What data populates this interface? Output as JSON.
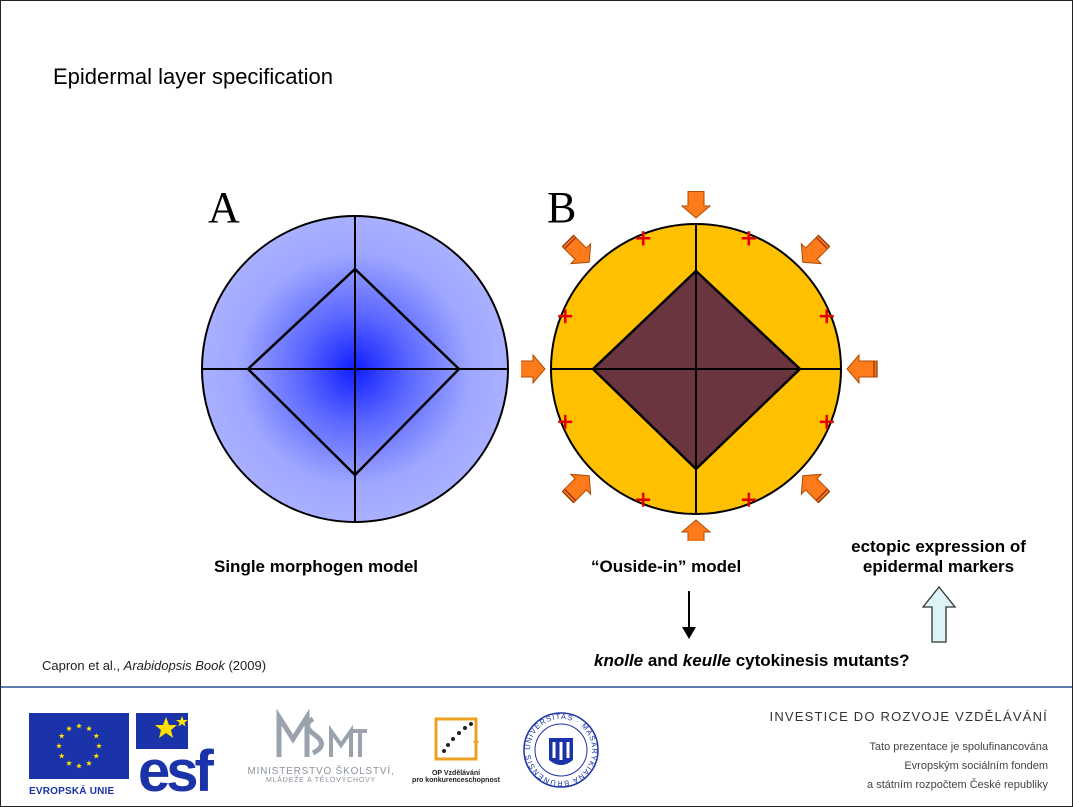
{
  "slide": {
    "title": "Epidermal layer specification",
    "panel_a_letter": "A",
    "panel_b_letter": "B",
    "caption_a": "Single morphogen model",
    "caption_b": "“Ouside-in” model",
    "caption_ectopic": "ectopic expression of epidermal markers",
    "question_italic_1": "knolle",
    "question_and": " and ",
    "question_italic_2": "keulle",
    "question_rest": " cytokinesis mutants?",
    "citation_authors": "Capron et al., ",
    "citation_book": "Arabidopsis Book",
    "citation_year": " (2009)"
  },
  "footer": {
    "investice": "INVESTICE DO ROZVOJE VZDĚLÁVÁNÍ",
    "cofin_1": "Tato prezentace je spolufinancována",
    "cofin_2": "Evropským sociálním fondem",
    "cofin_3": "a státním rozpočtem České republiky",
    "eu_label": "EVROPSKÁ UNIE",
    "esf_label": "esf",
    "msmt_label_1": "MINISTERSTVO ŠKOLSTVÍ,",
    "msmt_label_2": "MLÁDEŽE A TĚLOVÝCHOVY",
    "op_label_1": "OP Vzdělávání",
    "op_label_2": "pro konkurenceschopnost"
  },
  "colors": {
    "morphogen_center": "#0f1fff",
    "morphogen_edge": "#aab0ff",
    "outer_fill": "#ffc000",
    "inner_diamond": "#6b3540",
    "arrow_orange": "#ff7a1a",
    "plus_red": "#e00000",
    "up_arrow_fill": "#ddf3f5",
    "footer_line": "#5b7db0",
    "eu_blue": "#1a33a8"
  }
}
